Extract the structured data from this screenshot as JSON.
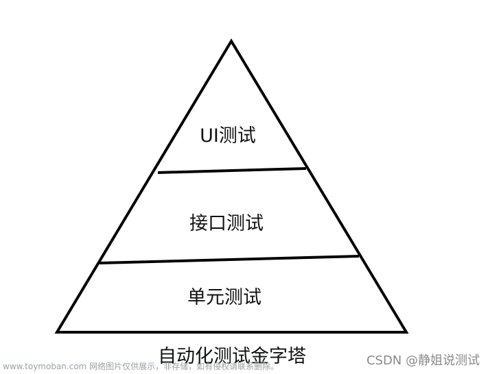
{
  "diagram": {
    "title": "自动化测试金字塔",
    "layers": [
      {
        "label": "UI测试"
      },
      {
        "label": "接口测试"
      },
      {
        "label": "单元测试"
      }
    ],
    "stroke_color": "#000000"
  },
  "watermarks": {
    "left": "www.toymoban.com 网络图片仅供展示，非存储，如有侵权请联系删除。",
    "right": "CSDN @静姐说测试"
  }
}
